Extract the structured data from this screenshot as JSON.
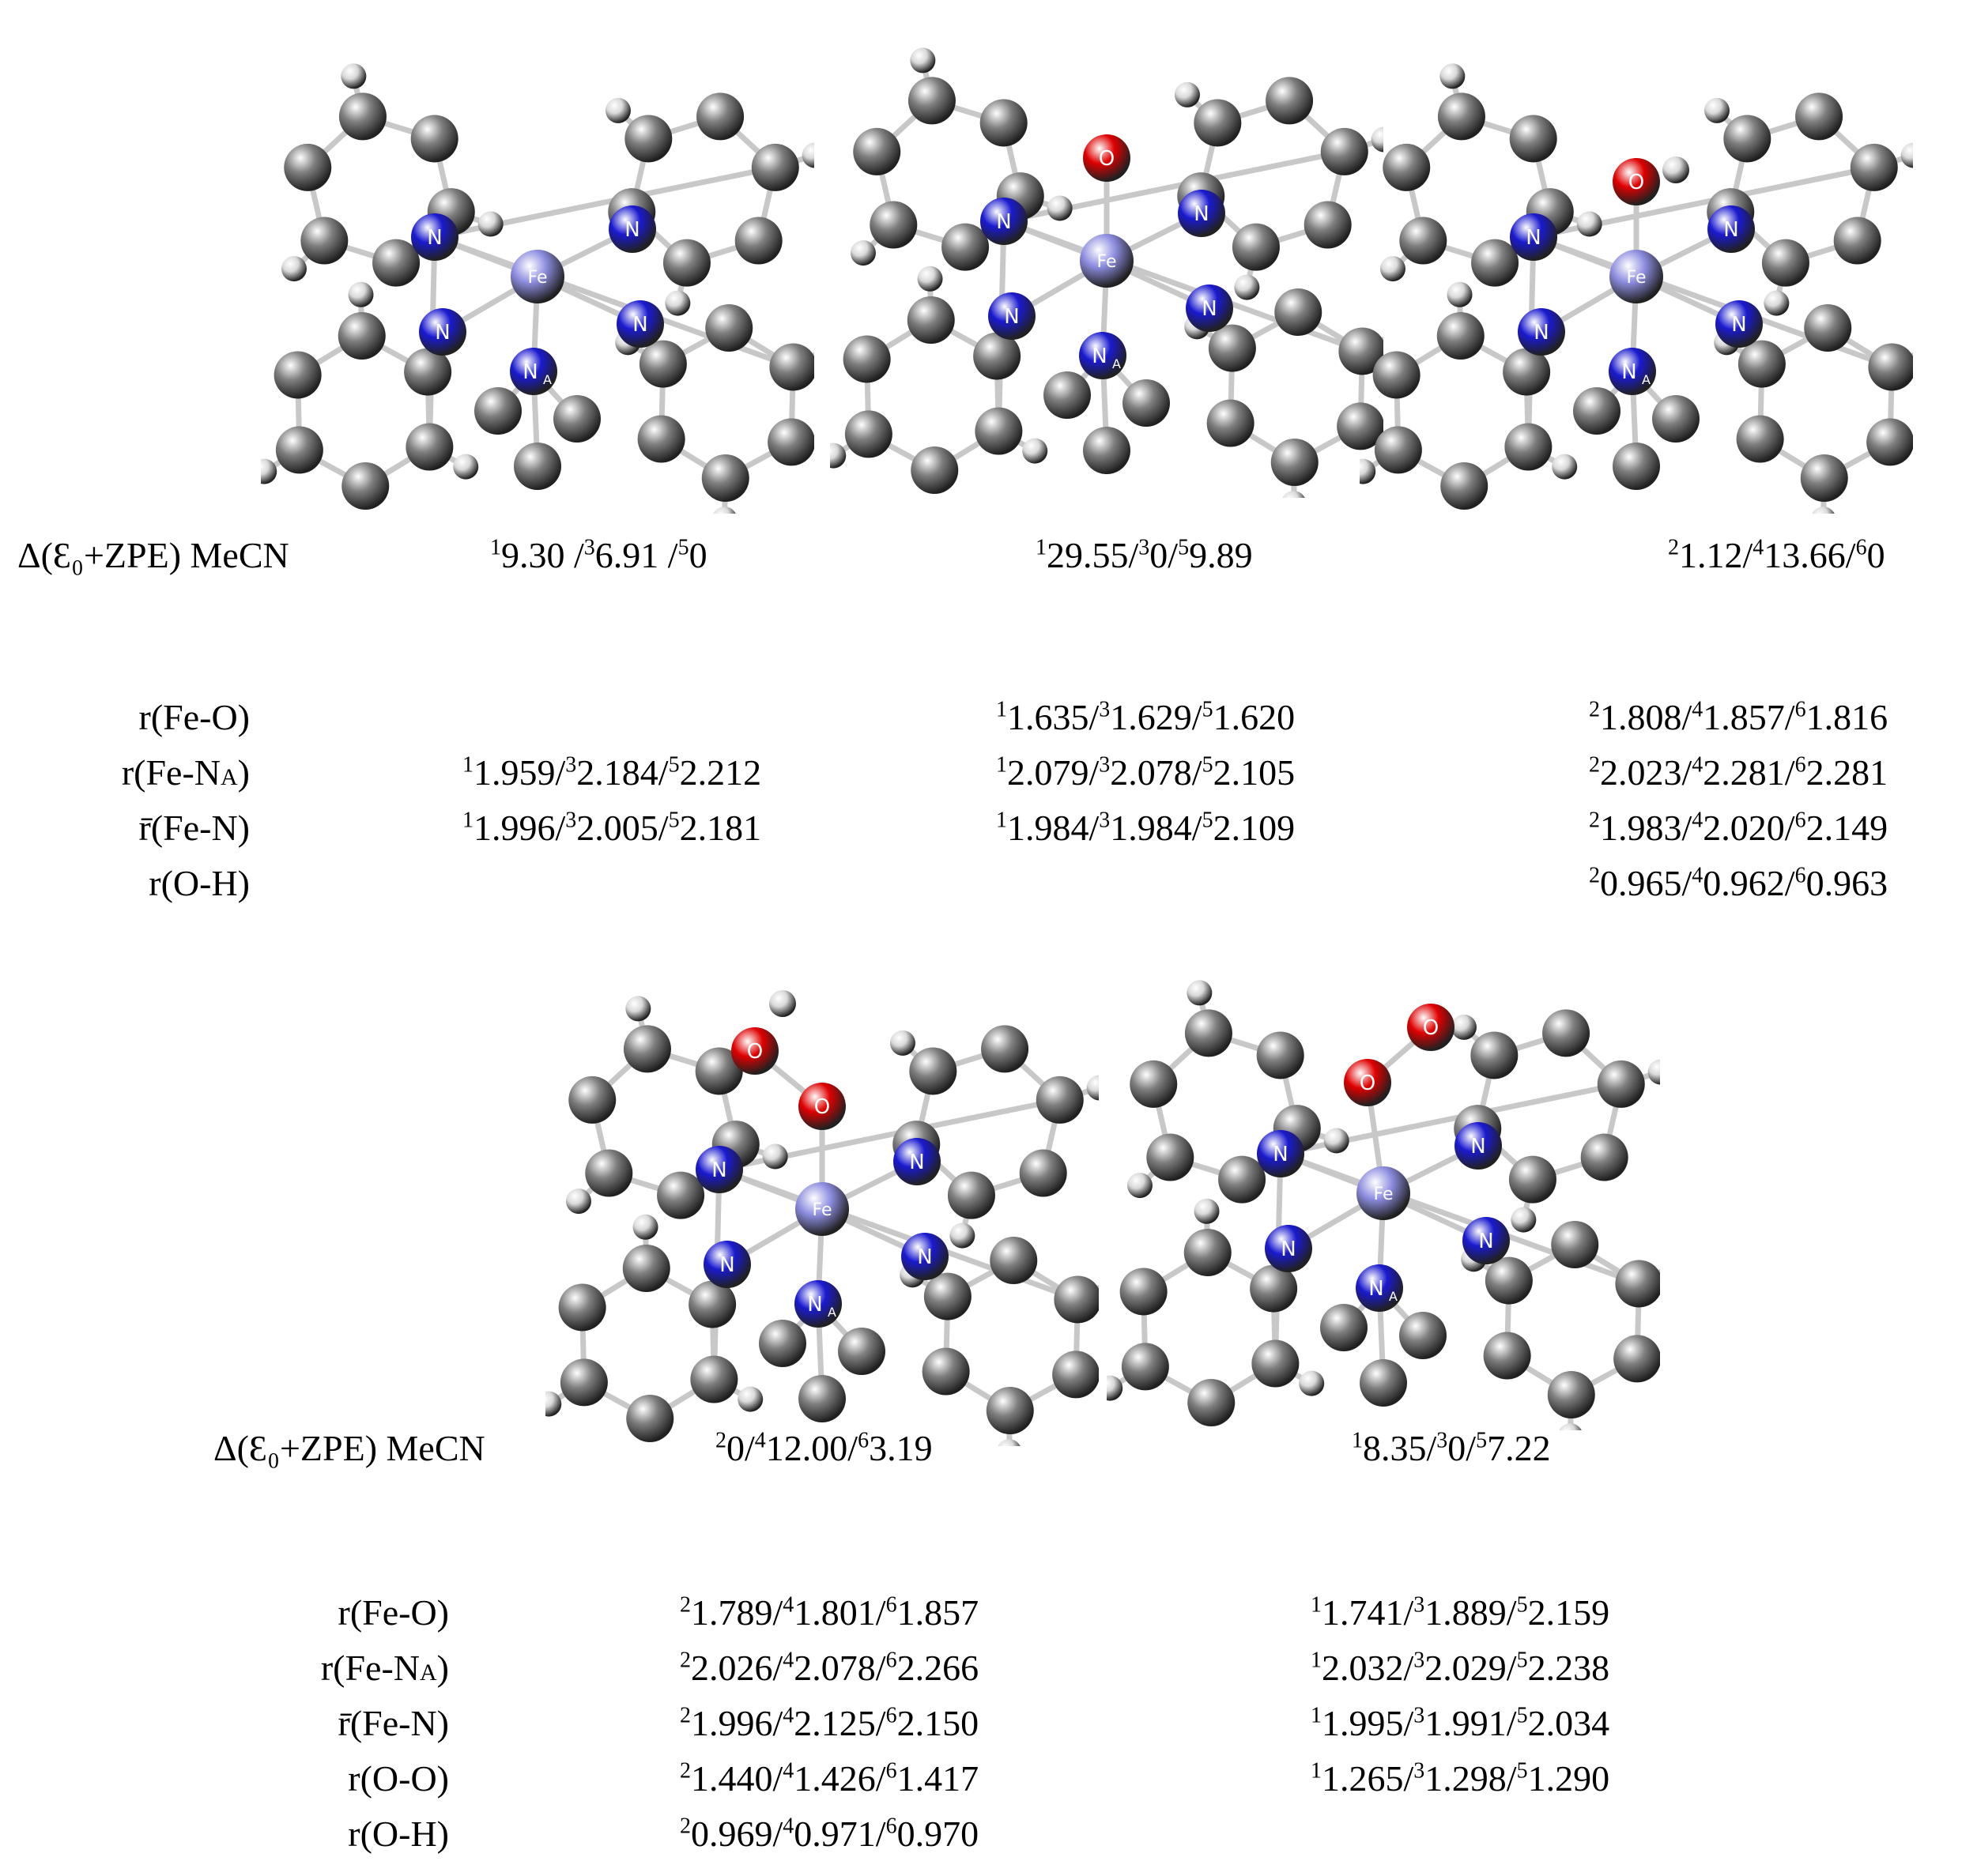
{
  "colors": {
    "carbon": "#7f7f7f",
    "hydrogen": "#d9d9d9",
    "nitrogen": "#1a1ad0",
    "iron": "#8c8ce0",
    "oxygen": "#e00000",
    "bond": "#c8c8c8"
  },
  "atom_labels": {
    "fe": "Fe",
    "n": "N",
    "na": "N",
    "na_sub": "A",
    "o": "O",
    "h": "H"
  },
  "top": {
    "energy_label": "Δ(Ɛ₀+ZPE)  MeCN",
    "energy": [
      [
        {
          "sup": "1",
          "text": "9.30 /"
        },
        {
          "sup": "3",
          "text": "6.91 /"
        },
        {
          "sup": "5",
          "text": "0"
        }
      ],
      [
        {
          "sup": "1",
          "text": "29.55/"
        },
        {
          "sup": "3",
          "text": "0/"
        },
        {
          "sup": "5",
          "text": "9.89"
        }
      ],
      [
        {
          "sup": "2",
          "text": "1.12/"
        },
        {
          "sup": "4",
          "text": "13.66/"
        },
        {
          "sup": "6",
          "text": "0"
        }
      ]
    ],
    "params": [
      {
        "label": "r(Fe-O)",
        "values": [
          null,
          [
            {
              "sup": "1",
              "text": "1.635/"
            },
            {
              "sup": "3",
              "text": "1.629/"
            },
            {
              "sup": "5",
              "text": "1.620"
            }
          ],
          [
            {
              "sup": "2",
              "text": "1.808/"
            },
            {
              "sup": "4",
              "text": "1.857/"
            },
            {
              "sup": "6",
              "text": "1.816"
            }
          ]
        ]
      },
      {
        "label": "r(Fe-N",
        "label_sub": "A",
        "label_end": ")",
        "values": [
          [
            {
              "sup": "1",
              "text": "1.959/"
            },
            {
              "sup": "3",
              "text": "2.184/"
            },
            {
              "sup": "5",
              "text": "2.212"
            }
          ],
          [
            {
              "sup": "1",
              "text": "2.079/"
            },
            {
              "sup": "3",
              "text": "2.078/"
            },
            {
              "sup": "5",
              "text": "2.105"
            }
          ],
          [
            {
              "sup": "2",
              "text": "2.023/"
            },
            {
              "sup": "4",
              "text": "2.281/"
            },
            {
              "sup": "6",
              "text": "2.281"
            }
          ]
        ]
      },
      {
        "label": "r̄(Fe-N)",
        "values": [
          [
            {
              "sup": "1",
              "text": "1.996/"
            },
            {
              "sup": "3",
              "text": "2.005/"
            },
            {
              "sup": "5",
              "text": "2.181"
            }
          ],
          [
            {
              "sup": "1",
              "text": "1.984/"
            },
            {
              "sup": "3",
              "text": "1.984/"
            },
            {
              "sup": "5",
              "text": "2.109"
            }
          ],
          [
            {
              "sup": "2",
              "text": "1.983/"
            },
            {
              "sup": "4",
              "text": "2.020/"
            },
            {
              "sup": "6",
              "text": "2.149"
            }
          ]
        ]
      },
      {
        "label": "r(O-H)",
        "values": [
          null,
          null,
          [
            {
              "sup": "2",
              "text": "0.965/"
            },
            {
              "sup": "4",
              "text": "0.962/"
            },
            {
              "sup": "6",
              "text": "0.963"
            }
          ]
        ]
      }
    ]
  },
  "bottom": {
    "energy_label": "Δ(Ɛ₀+ZPE)  MeCN",
    "energy": [
      [
        {
          "sup": "2",
          "text": "0/"
        },
        {
          "sup": "4",
          "text": "12.00/"
        },
        {
          "sup": "6",
          "text": "3.19"
        }
      ],
      [
        {
          "sup": "1",
          "text": "8.35/"
        },
        {
          "sup": "3",
          "text": "0/"
        },
        {
          "sup": "5",
          "text": "7.22"
        }
      ]
    ],
    "params": [
      {
        "label": "r(Fe-O)",
        "values": [
          [
            {
              "sup": "2",
              "text": "1.789/"
            },
            {
              "sup": "4",
              "text": "1.801/"
            },
            {
              "sup": "6",
              "text": "1.857"
            }
          ],
          [
            {
              "sup": "1",
              "text": "1.741/"
            },
            {
              "sup": "3",
              "text": "1.889/"
            },
            {
              "sup": "5",
              "text": "2.159"
            }
          ]
        ]
      },
      {
        "label": "r(Fe-N",
        "label_sub": "A",
        "label_end": ")",
        "values": [
          [
            {
              "sup": "2",
              "text": "2.026/"
            },
            {
              "sup": "4",
              "text": "2.078/"
            },
            {
              "sup": "6",
              "text": "2.266"
            }
          ],
          [
            {
              "sup": "1",
              "text": "2.032/"
            },
            {
              "sup": "3",
              "text": "2.029/"
            },
            {
              "sup": "5",
              "text": "2.238"
            }
          ]
        ]
      },
      {
        "label": "r̄(Fe-N)",
        "values": [
          [
            {
              "sup": "2",
              "text": "1.996/"
            },
            {
              "sup": "4",
              "text": "2.125/"
            },
            {
              "sup": "6",
              "text": "2.150"
            }
          ],
          [
            {
              "sup": "1",
              "text": "1.995/"
            },
            {
              "sup": "3",
              "text": "1.991/"
            },
            {
              "sup": "5",
              "text": "2.034"
            }
          ]
        ]
      },
      {
        "label": "r(O-O)",
        "values": [
          [
            {
              "sup": "2",
              "text": "1.440/"
            },
            {
              "sup": "4",
              "text": "1.426/"
            },
            {
              "sup": "6",
              "text": "1.417"
            }
          ],
          [
            {
              "sup": "1",
              "text": "1.265/"
            },
            {
              "sup": "3",
              "text": "1.298/"
            },
            {
              "sup": "5",
              "text": "1.290"
            }
          ]
        ]
      },
      {
        "label": "r(O-H)",
        "values": [
          [
            {
              "sup": "2",
              "text": "0.969/"
            },
            {
              "sup": "4",
              "text": "0.971/"
            },
            {
              "sup": "6",
              "text": "0.970"
            }
          ],
          null
        ]
      }
    ]
  }
}
